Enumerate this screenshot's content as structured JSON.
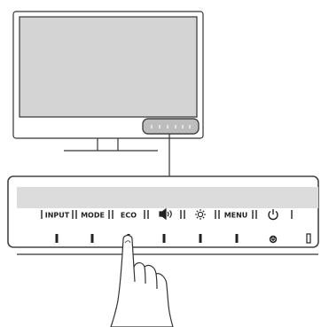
{
  "button_labels": [
    {
      "key": "input",
      "text": "INPUT"
    },
    {
      "key": "mode",
      "text": "MODE"
    },
    {
      "key": "eco",
      "text": "ECO"
    },
    {
      "key": "volume",
      "text": "",
      "icon": "speaker-volume-icon"
    },
    {
      "key": "brightness",
      "text": "",
      "icon": "brightness-sun-icon"
    },
    {
      "key": "menu",
      "text": "MENU"
    },
    {
      "key": "power",
      "text": "",
      "icon": "power-icon"
    }
  ],
  "colors": {
    "line": "#333333",
    "screen": "#d4d4d4",
    "bezel_highlight": "#bdbdbd",
    "panel_strip": "#dcdcdc",
    "background": "#ffffff"
  }
}
